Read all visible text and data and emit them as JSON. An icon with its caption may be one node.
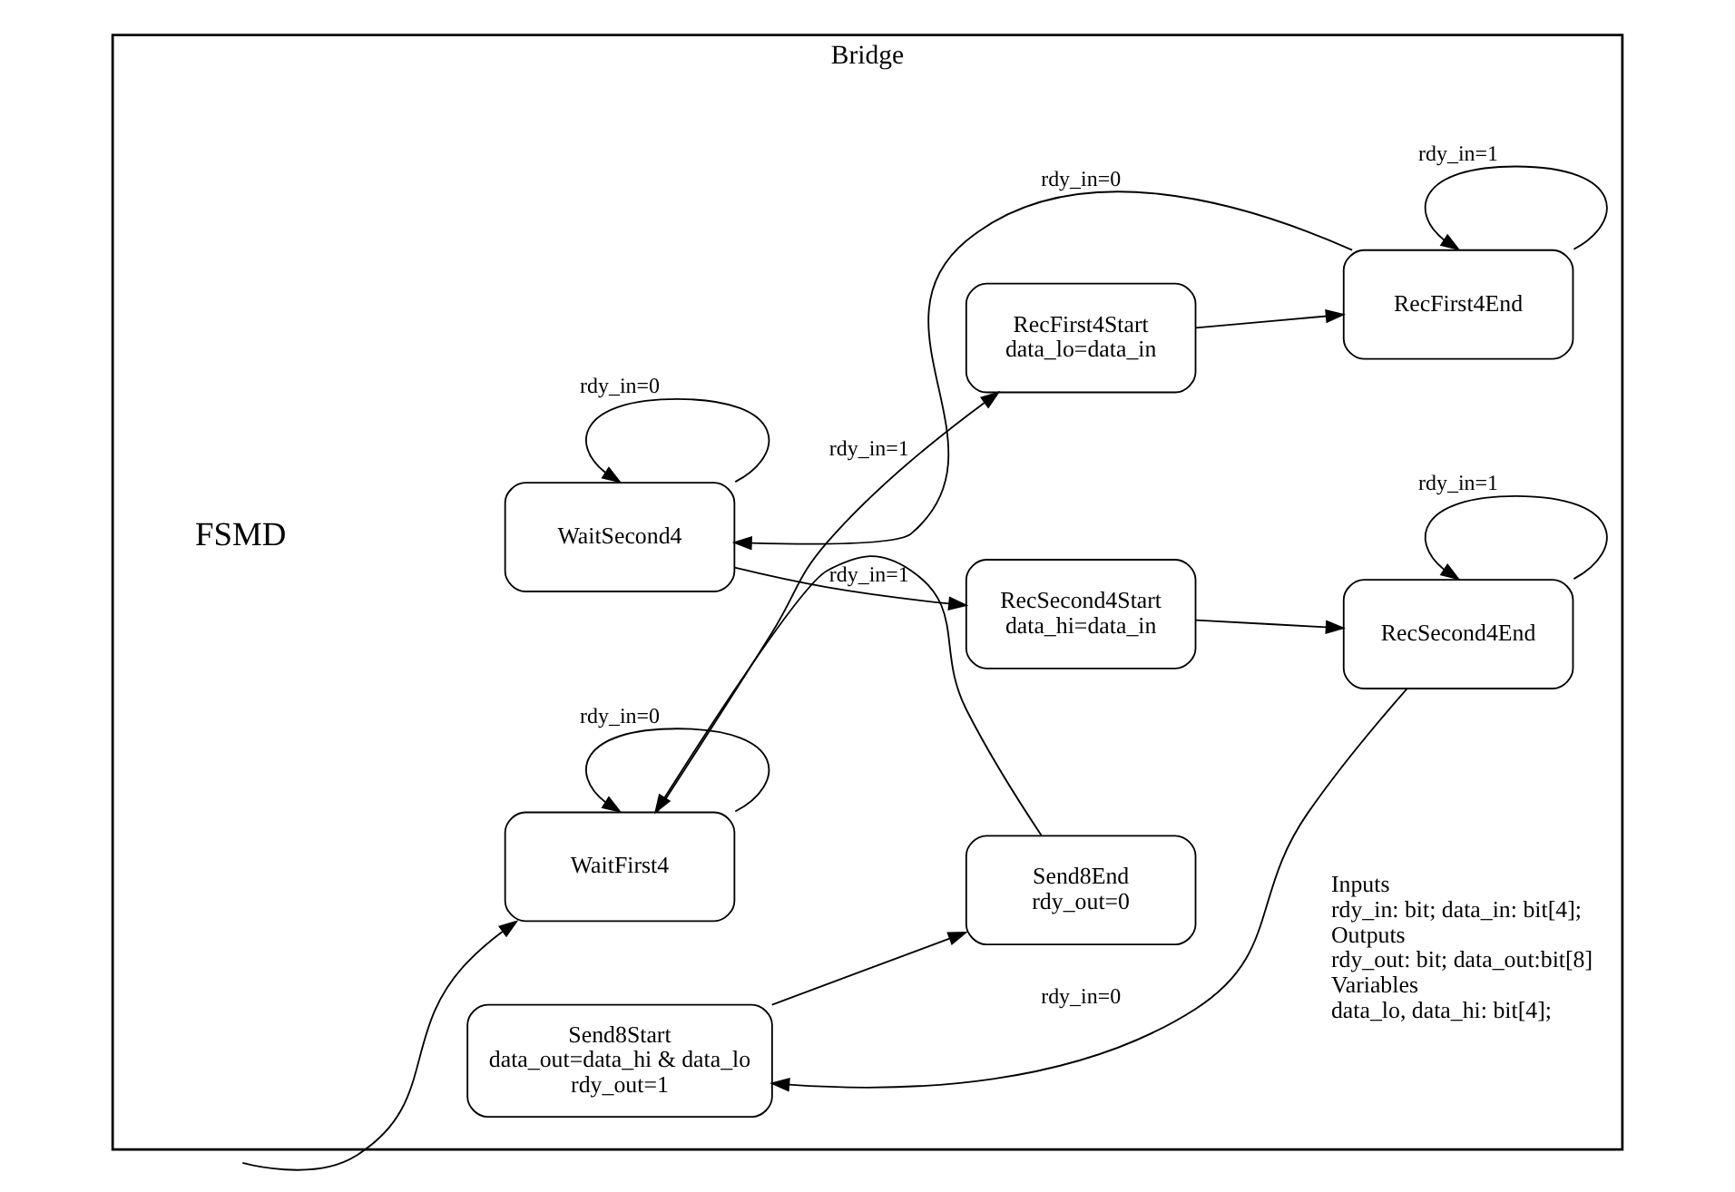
{
  "diagram": {
    "nodes": [
      {
        "text": [
          "Bridge"
        ],
        "beside": [
          "FSMD"
        ]
      },
      {
        "text": [
          "WaitFirst4"
        ],
        "in": 0
      },
      {
        "text": [
          "RecFirst4Start",
          "data_lo=data_in"
        ],
        "in": 0
      },
      {
        "text": [
          "RecFirst4End"
        ],
        "in": 0
      },
      {
        "text": [
          "WaitSecond4"
        ],
        "in": 0
      },
      {
        "text": [
          "RecSecond4Start",
          "data_hi=data_in"
        ],
        "in": 0
      },
      {
        "text": [
          "RecSecond4End"
        ],
        "in": 0
      },
      {
        "text": [
          "Send8Start",
          "data_out=data_hi & data_lo",
          "rdy_out=1"
        ],
        "in": 0
      },
      {
        "text": [
          "Send8End",
          "rdy_out=0"
        ],
        "in": 0
      }
    ],
    "edges": [
      {
        "from": null,
        "to": 1,
        "arrow": "to"
      },
      {
        "from": 1,
        "to": 1,
        "arrow": "to",
        "label": "rdy_in=0"
      },
      {
        "from": 1,
        "to": 2,
        "arrow": "to",
        "label": "rdy_in=1"
      },
      {
        "from": 2,
        "to": 3,
        "arrow": "to"
      },
      {
        "from": 3,
        "to": 3,
        "arrow": "to",
        "label": "rdy_in=1"
      },
      {
        "from": 3,
        "to": 4,
        "arrow": "to",
        "label": "rdy_in=0"
      },
      {
        "from": 4,
        "to": 4,
        "arrow": "to",
        "label": "rdy_in=0"
      },
      {
        "from": 4,
        "to": 5,
        "arrow": "to",
        "label": "rdy_in=1"
      },
      {
        "from": 5,
        "to": 6,
        "arrow": "to"
      },
      {
        "from": 6,
        "to": 6,
        "arrow": "to",
        "label": "rdy_in=1"
      },
      {
        "from": 6,
        "to": 7,
        "arrow": "to",
        "label": "rdy_in=0"
      },
      {
        "from": 7,
        "to": 8,
        "arrow": "to"
      },
      {
        "from": 8,
        "to": 1,
        "arrow": "to"
      }
    ],
    "labels": [
      "Inputs",
      "rdy_in: bit; data_in: bit[4];",
      "Outputs",
      "rdy_out: bit; data_out:bit[8]",
      "Variables",
      "data_lo, data_hi: bit[4];"
    ]
  }
}
